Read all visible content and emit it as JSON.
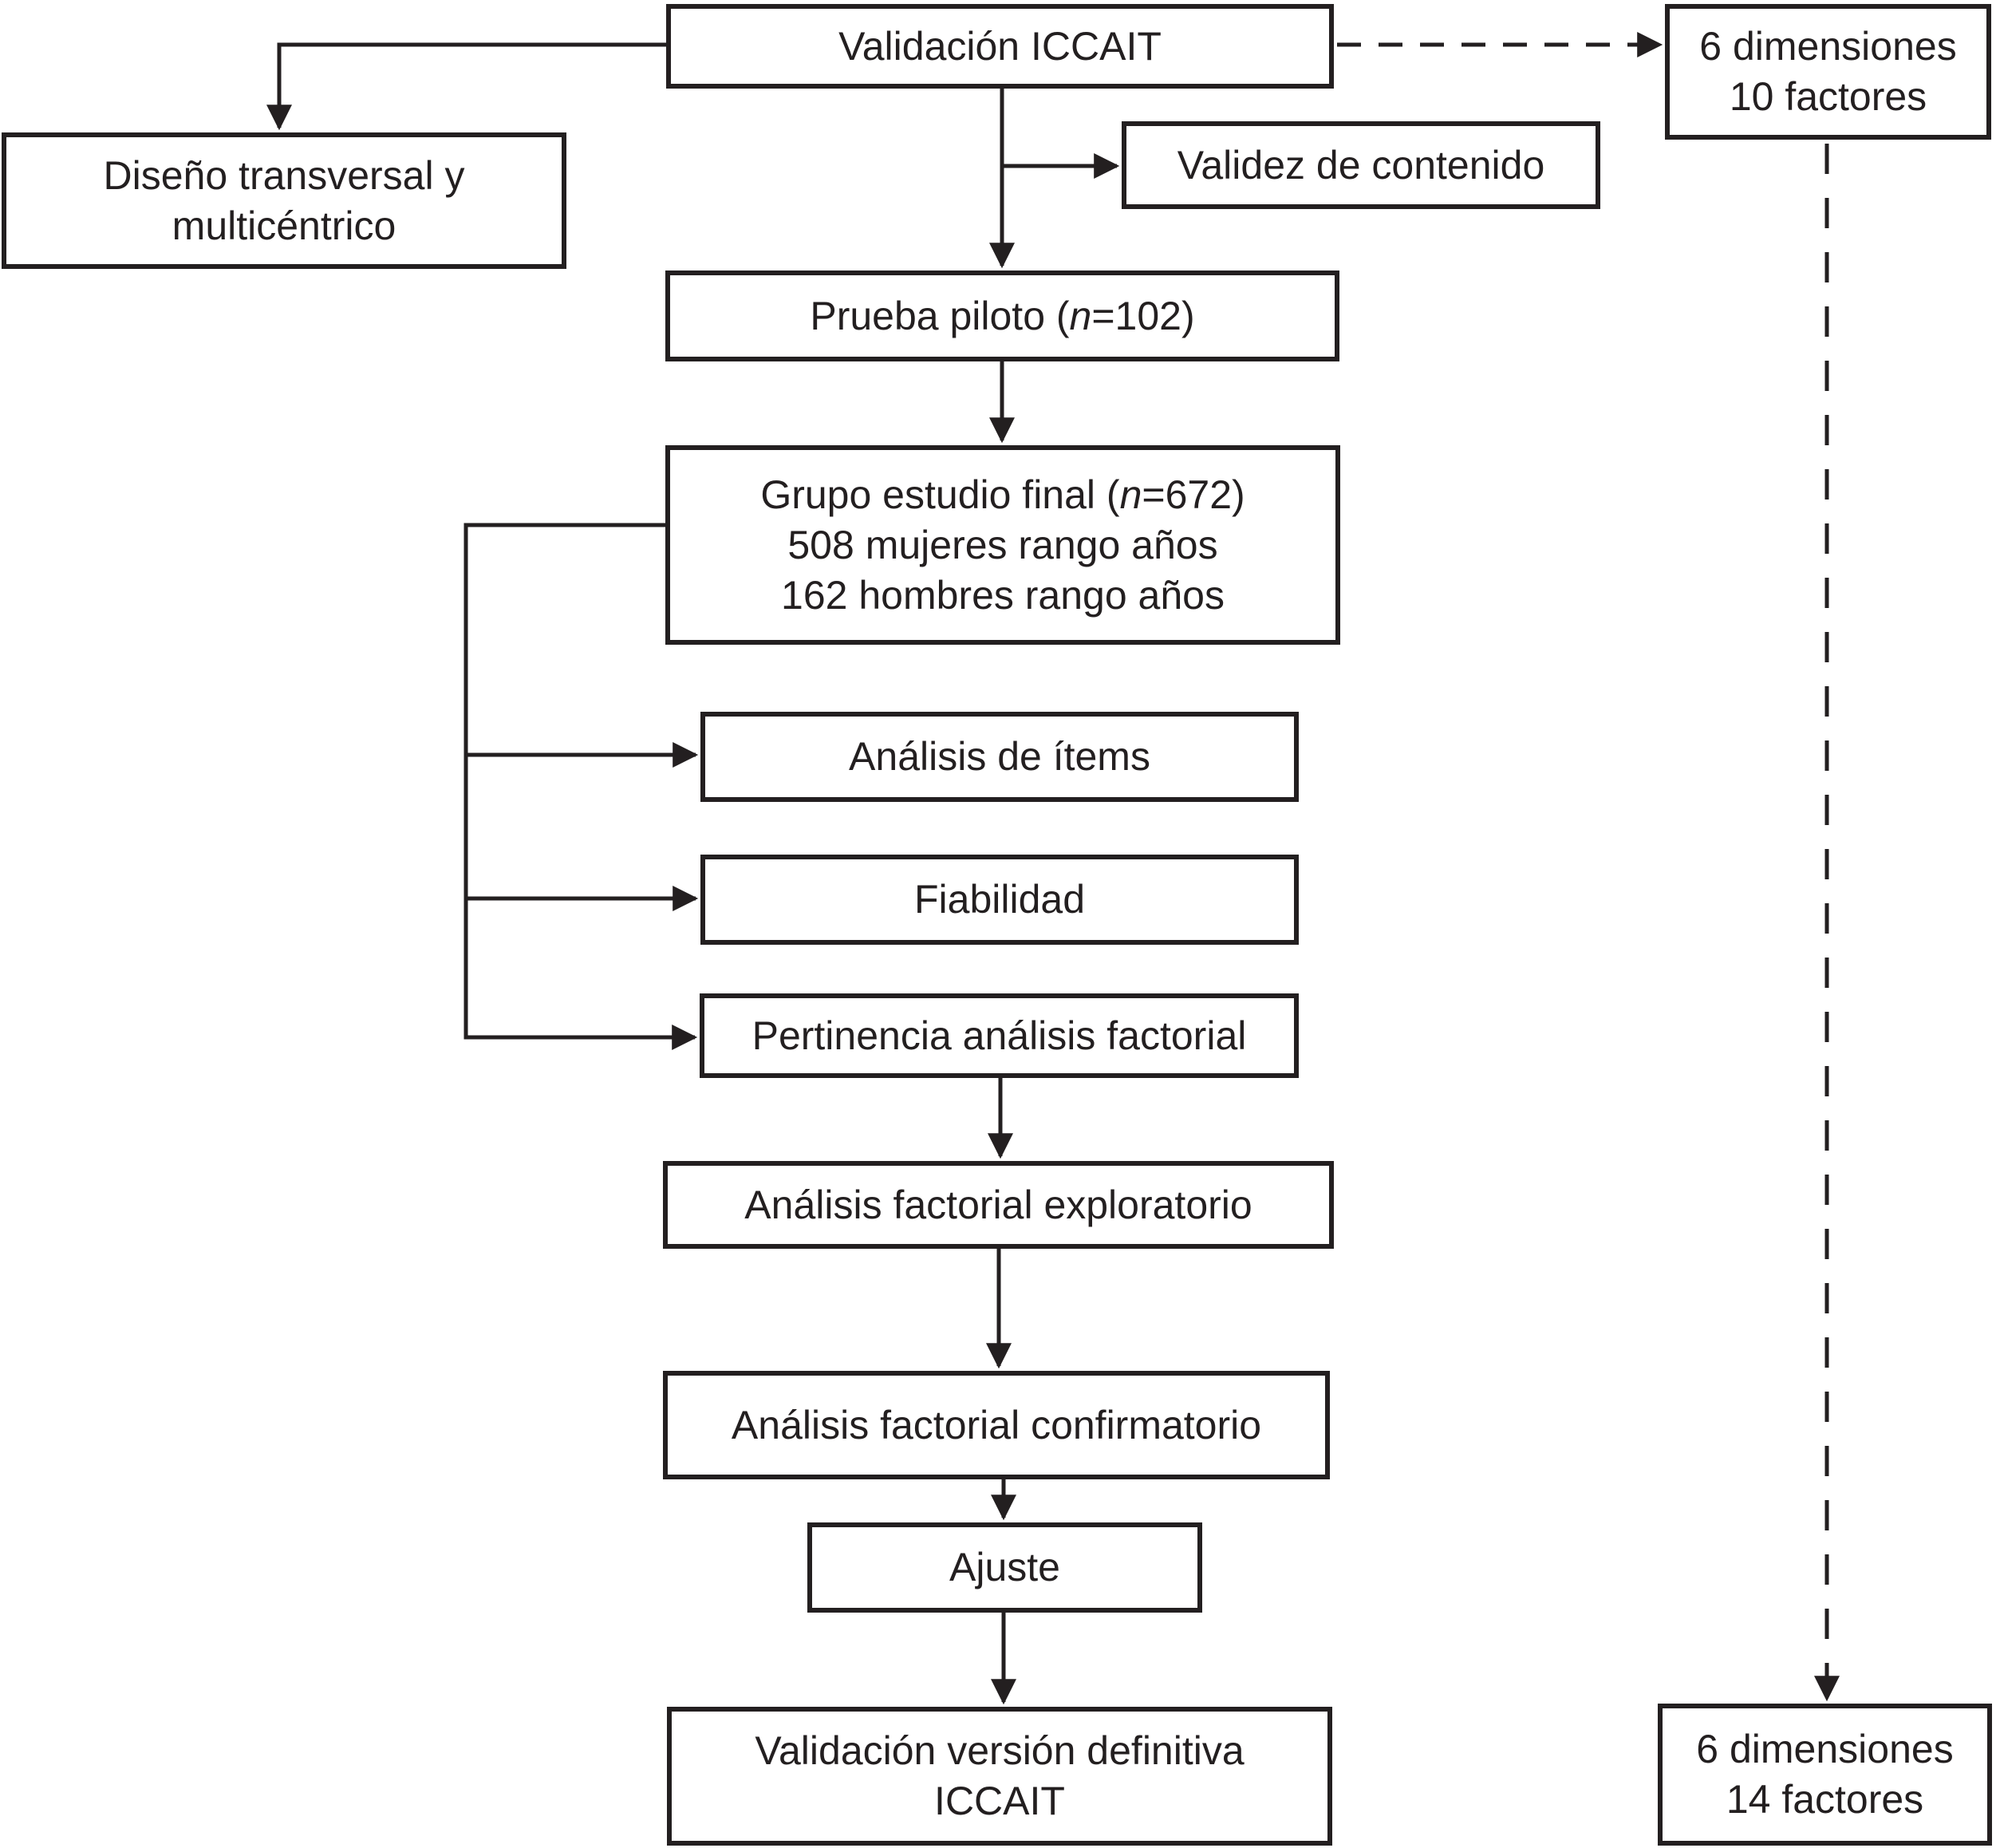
{
  "colors": {
    "ink": "#231f20",
    "background": "#ffffff"
  },
  "nodes": {
    "validacion-iccait": {
      "lines": [
        [
          {
            "t": "Validación ICCAIT"
          }
        ]
      ]
    },
    "diseno-transversal": {
      "lines": [
        [
          {
            "t": "Diseño transversal y"
          }
        ],
        [
          {
            "t": "multicéntrico"
          }
        ]
      ]
    },
    "dimensiones-10-factores": {
      "lines": [
        [
          {
            "t": "6 dimensiones"
          }
        ],
        [
          {
            "t": "10 factores"
          }
        ]
      ]
    },
    "validez-contenido": {
      "lines": [
        [
          {
            "t": "Validez de contenido"
          }
        ]
      ]
    },
    "prueba-piloto": {
      "lines": [
        [
          {
            "t": "Prueba piloto ("
          },
          {
            "t": "n",
            "i": true
          },
          {
            "t": "=102)"
          }
        ]
      ]
    },
    "grupo-estudio-final": {
      "lines": [
        [
          {
            "t": "Grupo estudio final ("
          },
          {
            "t": "n",
            "i": true
          },
          {
            "t": "=672)"
          }
        ],
        [
          {
            "t": "508 mujeres rango años"
          }
        ],
        [
          {
            "t": "162 hombres rango años"
          }
        ]
      ]
    },
    "analisis-items": {
      "lines": [
        [
          {
            "t": "Análisis de ítems"
          }
        ]
      ]
    },
    "fiabilidad": {
      "lines": [
        [
          {
            "t": "Fiabilidad"
          }
        ]
      ]
    },
    "pertinencia-analisis-factorial": {
      "lines": [
        [
          {
            "t": "Pertinencia análisis factorial"
          }
        ]
      ]
    },
    "analisis-factorial-exploratorio": {
      "lines": [
        [
          {
            "t": "Análisis factorial exploratorio"
          }
        ]
      ]
    },
    "analisis-factorial-confirmatorio": {
      "lines": [
        [
          {
            "t": "Análisis factorial confirmatorio"
          }
        ]
      ]
    },
    "ajuste": {
      "lines": [
        [
          {
            "t": "Ajuste"
          }
        ]
      ]
    },
    "validacion-version-definitiva": {
      "lines": [
        [
          {
            "t": "Validación versión definitiva"
          }
        ],
        [
          {
            "t": "ICCAIT"
          }
        ]
      ]
    },
    "dimensiones-14-factores": {
      "lines": [
        [
          {
            "t": "6 dimensiones"
          }
        ],
        [
          {
            "t": "14 factores"
          }
        ]
      ]
    }
  }
}
